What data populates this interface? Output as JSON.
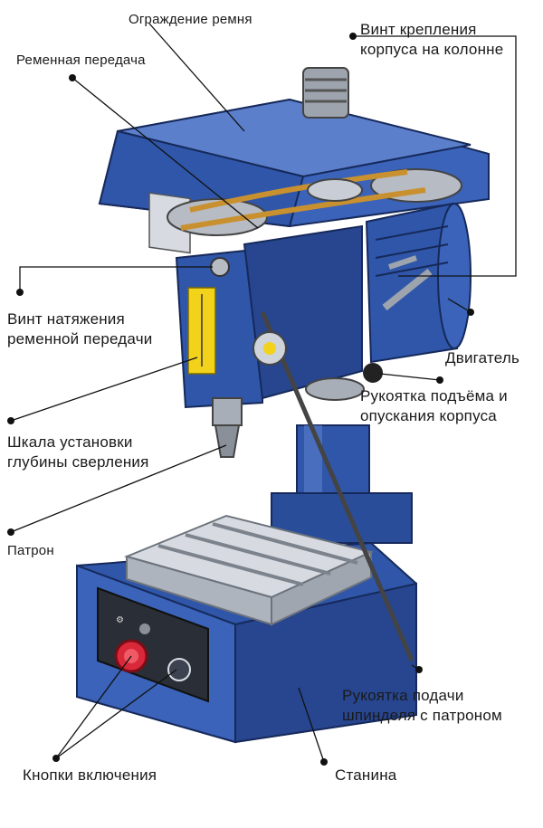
{
  "labels": {
    "belt_guard": "Ограждение ремня",
    "belt_drive": "Ременная передача",
    "column_screw_l1": "Винт крепления",
    "column_screw_l2": "корпуса на колонне",
    "tension_screw_l1": "Винт натяжения",
    "tension_screw_l2": "ременной передачи",
    "motor": "Двигатель",
    "lift_handle_l1": "Рукоятка подъёма и",
    "lift_handle_l2": "опускания корпуса",
    "depth_scale_l1": "Шкала установки",
    "depth_scale_l2": "глубины сверления",
    "chuck": "Патрон",
    "feed_handle_l1": "Рукоятка подачи",
    "feed_handle_l2": "шпинделя с патроном",
    "start_buttons": "Кнопки включения",
    "base": "Станина"
  },
  "colors": {
    "machine_blue": "#2f56a8",
    "machine_dark": "#1d3878",
    "machine_light": "#5b7fcb",
    "table_gray": "#c9ced6",
    "stop_button_red": "#d8283a",
    "belt_orange": "#c9902f",
    "scale_yellow": "#f2d21b"
  },
  "icons": {
    "leader_dot": "leader-dot-icon",
    "stop_button": "red-stop-button-icon",
    "start_button": "start-button-icon"
  }
}
